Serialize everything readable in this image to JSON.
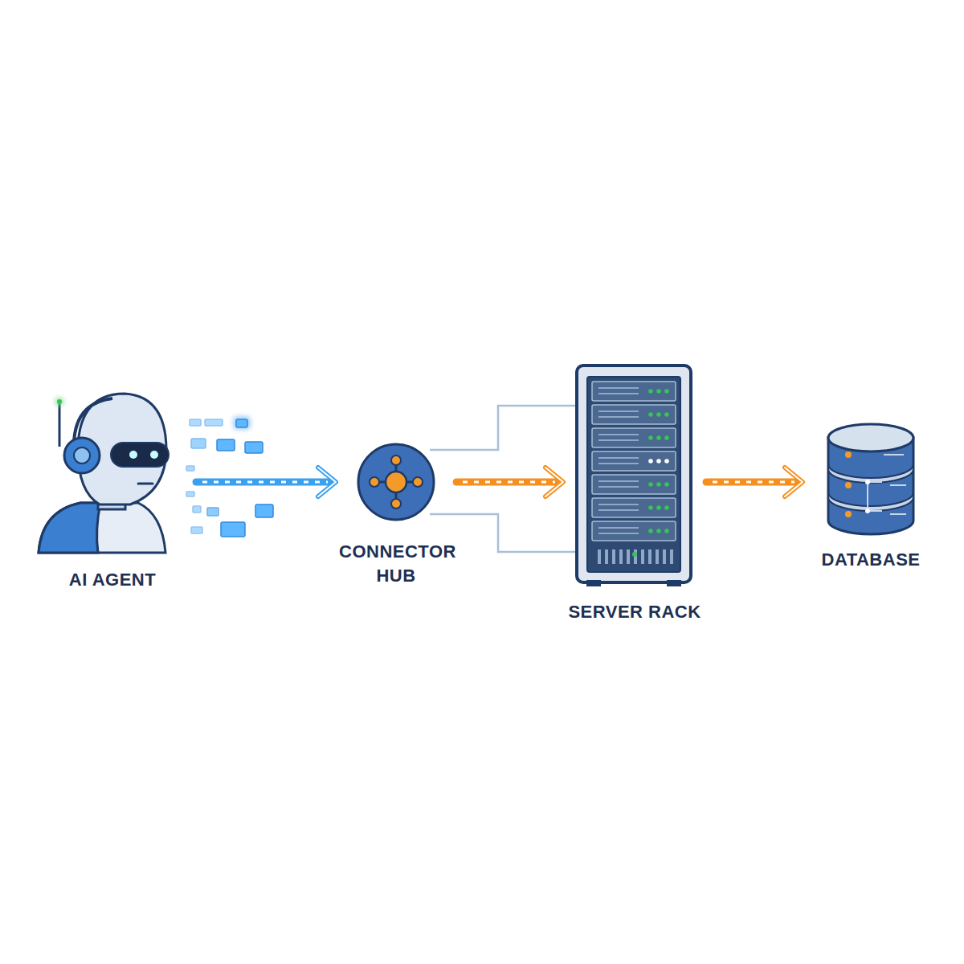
{
  "diagram": {
    "nodes": [
      {
        "text": [
          "AI AGENT"
        ]
      },
      {
        "text": [
          "CONNECTOR HUB"
        ]
      },
      {
        "text": [
          "SERVER RACK"
        ]
      },
      {
        "text": [
          "DATABASE"
        ]
      }
    ],
    "edges": [
      {
        "from": 0,
        "to": 1,
        "arrow": "to"
      },
      {
        "from": 1,
        "to": 2,
        "arrow": "to"
      },
      {
        "from": 2,
        "to": 3,
        "arrow": "to"
      }
    ]
  }
}
